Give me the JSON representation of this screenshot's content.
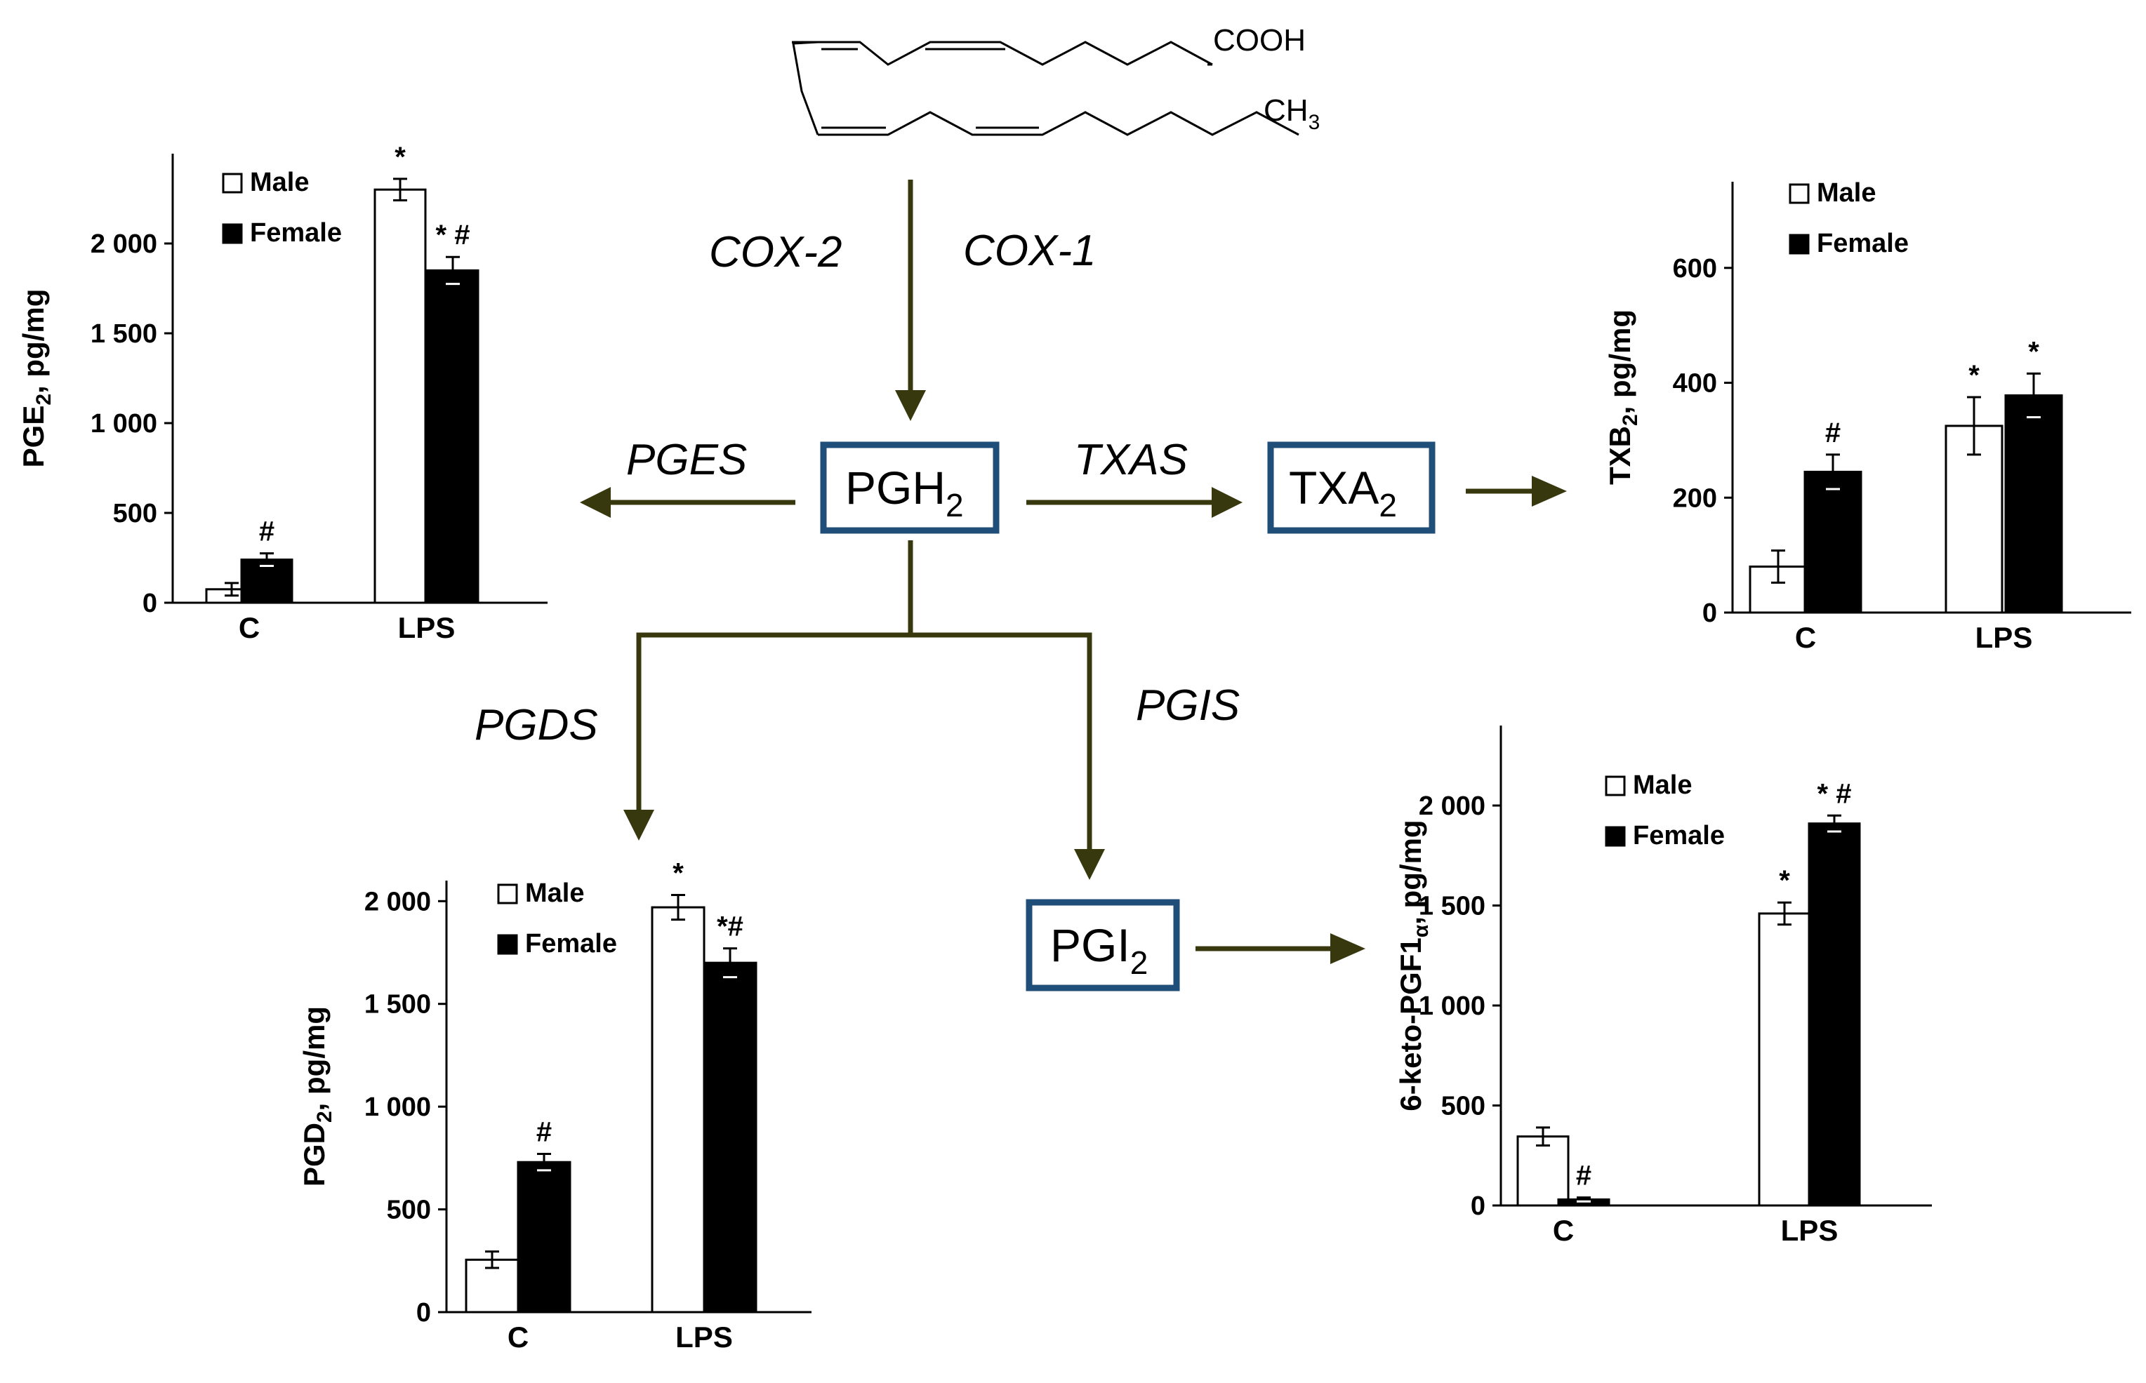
{
  "colors": {
    "arrow": "#38380f",
    "box_border": "#1f4e79",
    "axis": "#000000",
    "male_fill": "#ffffff",
    "female_fill": "#000000"
  },
  "pathway": {
    "molecule": {
      "group_top": "COOH",
      "group_bottom_main": "CH",
      "group_bottom_sub": "3"
    },
    "enzymes": {
      "cox2": "COX-2",
      "cox1": "COX-1",
      "pges": "PGES",
      "txas": "TXAS",
      "pgds": "PGDS",
      "pgis": "PGIS"
    },
    "boxes": {
      "pgh2": {
        "main": "PGH",
        "sub": "2"
      },
      "txa2": {
        "main": "TXA",
        "sub": "2"
      },
      "pgi2": {
        "main": "PGI",
        "sub": "2"
      }
    }
  },
  "legend_labels": {
    "male": "Male",
    "female": "Female"
  },
  "chart_data": [
    {
      "id": "pge2",
      "type": "bar",
      "ylabel_main": "PGE",
      "ylabel_sub": "2",
      "ylabel_rest": ", pg/mg",
      "categories": [
        "C",
        "LPS"
      ],
      "ylim": [
        0,
        2500
      ],
      "yticks": [
        0,
        500,
        1000,
        1500,
        2000
      ],
      "ytick_labels": [
        "0",
        "500",
        "1 000",
        "1 500",
        "2 000"
      ],
      "series": [
        {
          "name": "Male",
          "values": [
            75,
            2300
          ],
          "errors": [
            35,
            60
          ],
          "marks": [
            "",
            "*"
          ]
        },
        {
          "name": "Female",
          "values": [
            240,
            1850
          ],
          "errors": [
            35,
            75
          ],
          "marks": [
            "#",
            "* #"
          ]
        }
      ],
      "legend_position": "top-left"
    },
    {
      "id": "txb2",
      "type": "bar",
      "ylabel_main": "TXB",
      "ylabel_sub": "2",
      "ylabel_rest": ", pg/mg",
      "categories": [
        "C",
        "LPS"
      ],
      "ylim": [
        0,
        750
      ],
      "yticks": [
        0,
        200,
        400,
        600
      ],
      "ytick_labels": [
        "0",
        "200",
        "400",
        "600"
      ],
      "series": [
        {
          "name": "Male",
          "values": [
            80,
            325
          ],
          "errors": [
            28,
            50
          ],
          "marks": [
            "",
            "*"
          ]
        },
        {
          "name": "Female",
          "values": [
            245,
            378
          ],
          "errors": [
            30,
            38
          ],
          "marks": [
            "#",
            "*"
          ]
        }
      ],
      "legend_position": "top-left"
    },
    {
      "id": "pgd2",
      "type": "bar",
      "ylabel_main": "PGD",
      "ylabel_sub": "2",
      "ylabel_rest": ", pg/mg",
      "categories": [
        "C",
        "LPS"
      ],
      "ylim": [
        0,
        2100
      ],
      "yticks": [
        0,
        500,
        1000,
        1500,
        2000
      ],
      "ytick_labels": [
        "0",
        "500",
        "1 000",
        "1 500",
        "2 000"
      ],
      "series": [
        {
          "name": "Male",
          "values": [
            255,
            1970
          ],
          "errors": [
            40,
            60
          ],
          "marks": [
            "",
            "*"
          ]
        },
        {
          "name": "Female",
          "values": [
            730,
            1700
          ],
          "errors": [
            40,
            70
          ],
          "marks": [
            "#",
            "*#"
          ]
        }
      ],
      "legend_position": "top-right"
    },
    {
      "id": "keto",
      "type": "bar",
      "ylabel_main": "6-keto-PGF1",
      "ylabel_sub": "α",
      "ylabel_rest": ", pg/mg",
      "categories": [
        "C",
        "LPS"
      ],
      "ylim": [
        0,
        2400
      ],
      "yticks": [
        0,
        500,
        1000,
        1500,
        2000
      ],
      "ytick_labels": [
        "0",
        "500",
        "1 000",
        "1 500",
        "2 000"
      ],
      "series": [
        {
          "name": "Male",
          "values": [
            345,
            1460
          ],
          "errors": [
            45,
            55
          ],
          "marks": [
            "",
            "*"
          ]
        },
        {
          "name": "Female",
          "values": [
            30,
            1910
          ],
          "errors": [
            10,
            40
          ],
          "marks": [
            "#",
            "* #"
          ]
        }
      ],
      "legend_position": "top-right"
    }
  ]
}
